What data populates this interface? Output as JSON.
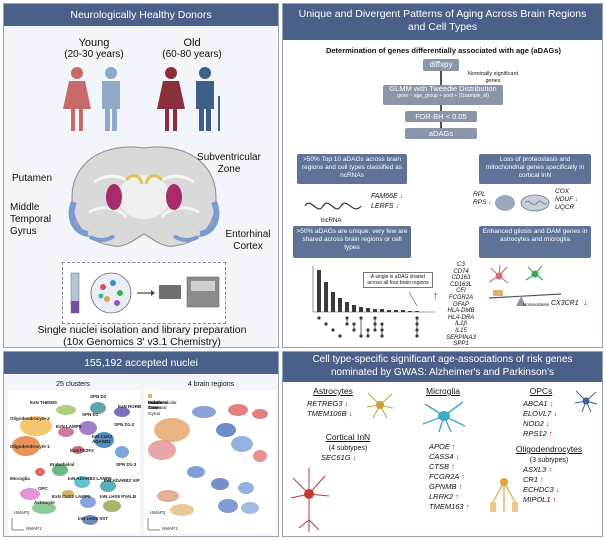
{
  "panel_tl": {
    "title": "Neurologically Healthy Donors",
    "young_label": "Young",
    "young_age": "(20-30 years)",
    "old_label": "Old",
    "old_age": "(60-80 years)",
    "regions": {
      "subventricular": "Subventricular Zone",
      "putamen": "Putamen",
      "mtg": "Middle Temporal Gyrus",
      "entorhinal": "Entorhinal Cortex"
    },
    "caption_line1": "Single nuclei isolation and library preparation",
    "caption_line2": "(10x Genomics 3' v3.1 Chemistry)"
  },
  "panel_tr": {
    "title": "Unique and Divergent Patterns of Aging Across Brain Regions and Cell Types",
    "subtitle": "Determination of genes differentially associated with age (aDAGs)",
    "flow": {
      "diffxpy": "diffxpy",
      "nominal": "Nominally significant genes",
      "glmm": "GLMM with Tweedie Distribution",
      "formula": "gene ~ age_group + pool + (1|sample_id)",
      "fdr": "FDR-BH < 0.05",
      "adags": "aDAGs"
    },
    "finding1": {
      "text": ">50% Top 10 aDAGs across brain regions and cell types classified as ncRNAs",
      "genes": [
        "FAM66E",
        "LERFS"
      ],
      "lncrna": "lncRNA"
    },
    "finding2": {
      "text": "Loss of proteostasis and mitochondrial genes specifically in cortical InN",
      "left_genes": [
        "RPL",
        "RPS"
      ],
      "right_genes": [
        "COX",
        "NDUF",
        "UQCR"
      ]
    },
    "finding3": {
      "text": ">50% aDAGs are unique: very few are shared across brain regions or cell types",
      "note": "A single is aDAG shared across all four brain regions"
    },
    "finding4": {
      "text": "Enhanced gliosis and DAM genes in astrocytes and microglia",
      "genes": [
        "C3",
        "CD74",
        "CD163",
        "CD163L",
        "CFI",
        "FCGR2A",
        "GFAP",
        "HLA-DMB",
        "HLA-DRA",
        "IL1β",
        "IL15",
        "SERPINA3",
        "SPP1"
      ],
      "down_gene": "CX3CR1",
      "homeostasis": "Homeostasis"
    }
  },
  "panel_bl": {
    "title": "155,192 accepted nuclei",
    "umap1_title": "25 clusters",
    "umap2_title": "4 brain regions",
    "cluster_labels": [
      "ExN THEMIS",
      "SPN D2",
      "Oligodendrocyte-2",
      "ExN RORB",
      "SPN D1",
      "ExN LAMP5",
      "SPN D1-2",
      "Oligodendrocyte-1",
      "InN CUX2 ADARB2",
      "ExN FEZF2",
      "SPN D1-3",
      "Microglia",
      "Endothelial",
      "Astrocyte",
      "OPC",
      "InN ADARB2 LAMP5",
      "InN ADARB2 VIP",
      "InN LHX6 PVALB",
      "InN LHX6 SST",
      "ExN CUX2 LAMP5"
    ],
    "region_legend": [
      "Entorhinal Cortex",
      "Middle Temporal Gyrus",
      "Putamen",
      "Subventricular Zone"
    ],
    "axis_x": "UMAP1",
    "axis_y": "UMAP2"
  },
  "panel_br": {
    "title": "Cell type-specific significant age-associations of risk genes nominated by GWAS: Alzheimer's and Parkinson's",
    "astrocytes": {
      "name": "Astrocytes",
      "genes": [
        [
          "RETREG3",
          "down"
        ],
        [
          "TMEM106B",
          "down"
        ]
      ]
    },
    "cortical": {
      "name": "Cortical InN",
      "sub": "(4 subtypes)",
      "genes": [
        [
          "SEC61G",
          "down"
        ]
      ]
    },
    "microglia": {
      "name": "Microglia",
      "genes": [
        [
          "APOE",
          "up"
        ],
        [
          "CASS4",
          "down"
        ],
        [
          "CTSB",
          "up"
        ],
        [
          "FCGR2A",
          "up"
        ],
        [
          "GPNMB",
          "up"
        ],
        [
          "LRRK2",
          "up"
        ],
        [
          "TMEM163",
          "up"
        ]
      ]
    },
    "opcs": {
      "name": "OPCs",
      "genes": [
        [
          "ABCA1",
          "down"
        ],
        [
          "ELOVL7",
          "down"
        ],
        [
          "NOD2",
          "down"
        ],
        [
          "RPS12",
          "up"
        ]
      ]
    },
    "oligos": {
      "name": "Oligodendrocytes",
      "sub": "(3 subtypes)",
      "genes": [
        [
          "ASXL3",
          "up"
        ],
        [
          "CR1",
          "up"
        ],
        [
          "ECHDC3",
          "down"
        ],
        [
          "MIPOL1",
          "up"
        ]
      ]
    }
  },
  "arrows": {
    "up": "↑",
    "down": "↓"
  },
  "colors": {
    "header": "#4a6089",
    "up": "#b3261e",
    "down": "#1f4fa8",
    "female": "#c96a6a",
    "male": "#8fa9c7",
    "old_female": "#8b2f3a",
    "old_male": "#3f5f86"
  }
}
